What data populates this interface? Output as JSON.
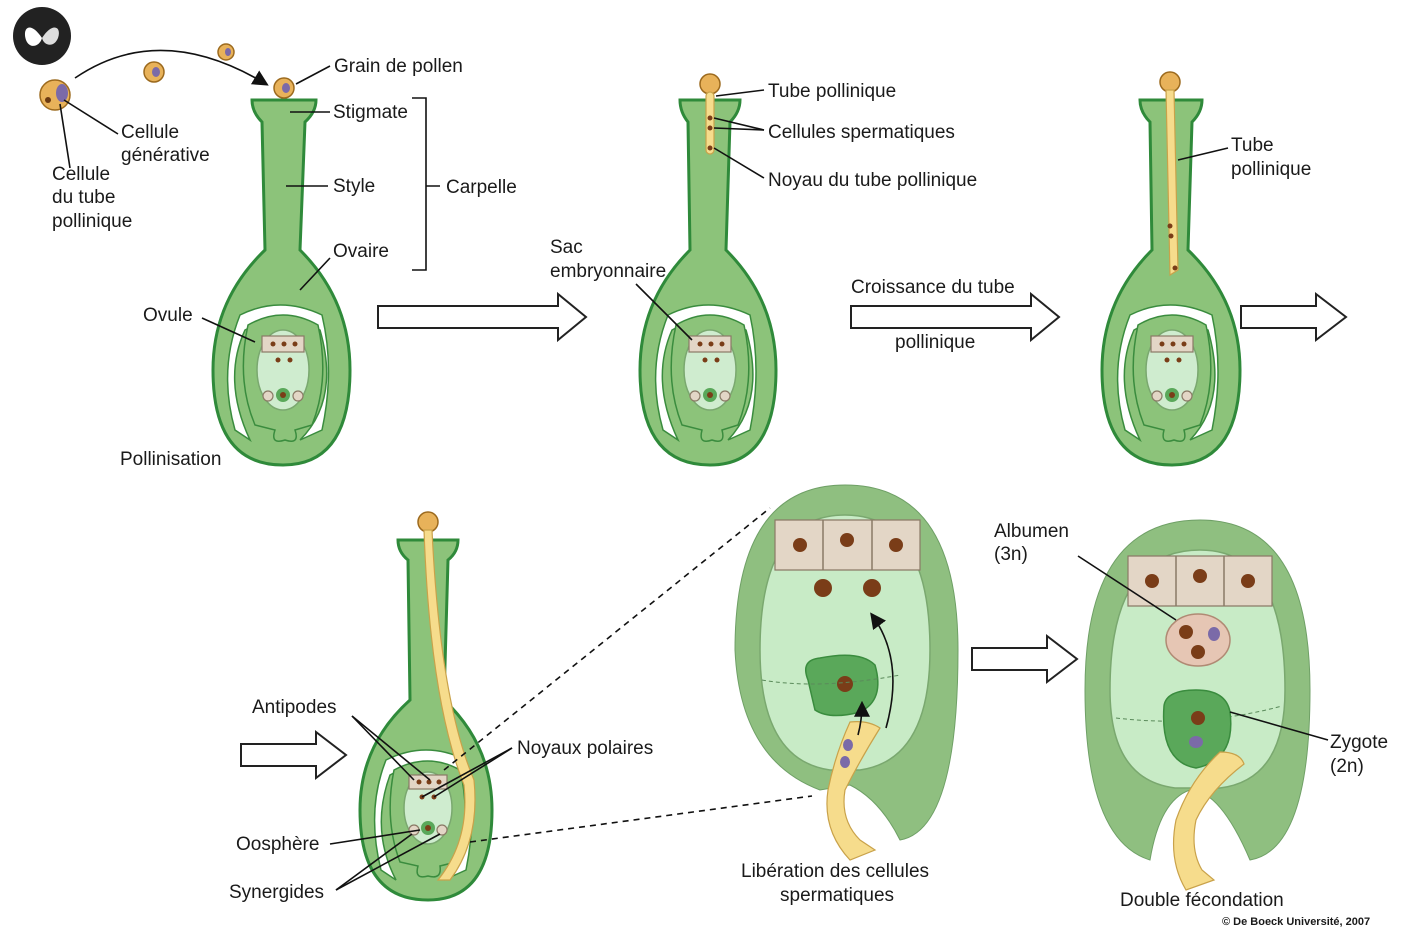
{
  "labels": {
    "grain_pollen": "Grain de pollen",
    "stigmate": "Stigmate",
    "style": "Style",
    "carpelle": "Carpelle",
    "ovaire": "Ovaire",
    "ovule": "Ovule",
    "cellule_generative_1": "Cellule",
    "cellule_generative_2": "générative",
    "cellule_tube_1": "Cellule",
    "cellule_tube_2": "du tube",
    "cellule_tube_3": "pollinique",
    "pollinisation": "Pollinisation",
    "tube_pollinique": "Tube pollinique",
    "cellules_spermatiques": "Cellules spermatiques",
    "noyau_tube": "Noyau du tube pollinique",
    "sac_1": "Sac",
    "sac_2": "embryonnaire",
    "croissance_1": "Croissance du tube",
    "croissance_2": "pollinique",
    "tube_1": "Tube",
    "tube_2": "pollinique",
    "antipodes": "Antipodes",
    "noyaux_polaires": "Noyaux polaires",
    "oosphere": "Oosphère",
    "synergides": "Synergides",
    "liberation_1": "Libération des cellules",
    "liberation_2": "spermatiques",
    "albumen_1": "Albumen",
    "albumen_2": "(3n)",
    "zygote_1": "Zygote",
    "zygote_2": "(2n)",
    "double_fecondation": "Double fécondation",
    "copyright": "© De Boeck Université, 2007"
  },
  "icons": {
    "publisher_logo": "butterfly-logo-icon"
  },
  "colors": {
    "tissue": "#8cc37a",
    "tissue_border": "#2f8a3a",
    "sac": "#cfeccf",
    "cells": "#e3d6c6",
    "nucleus": "#7a3d18",
    "pollen_tube": "#f6dc8c",
    "pollen": "#e8b25a"
  }
}
